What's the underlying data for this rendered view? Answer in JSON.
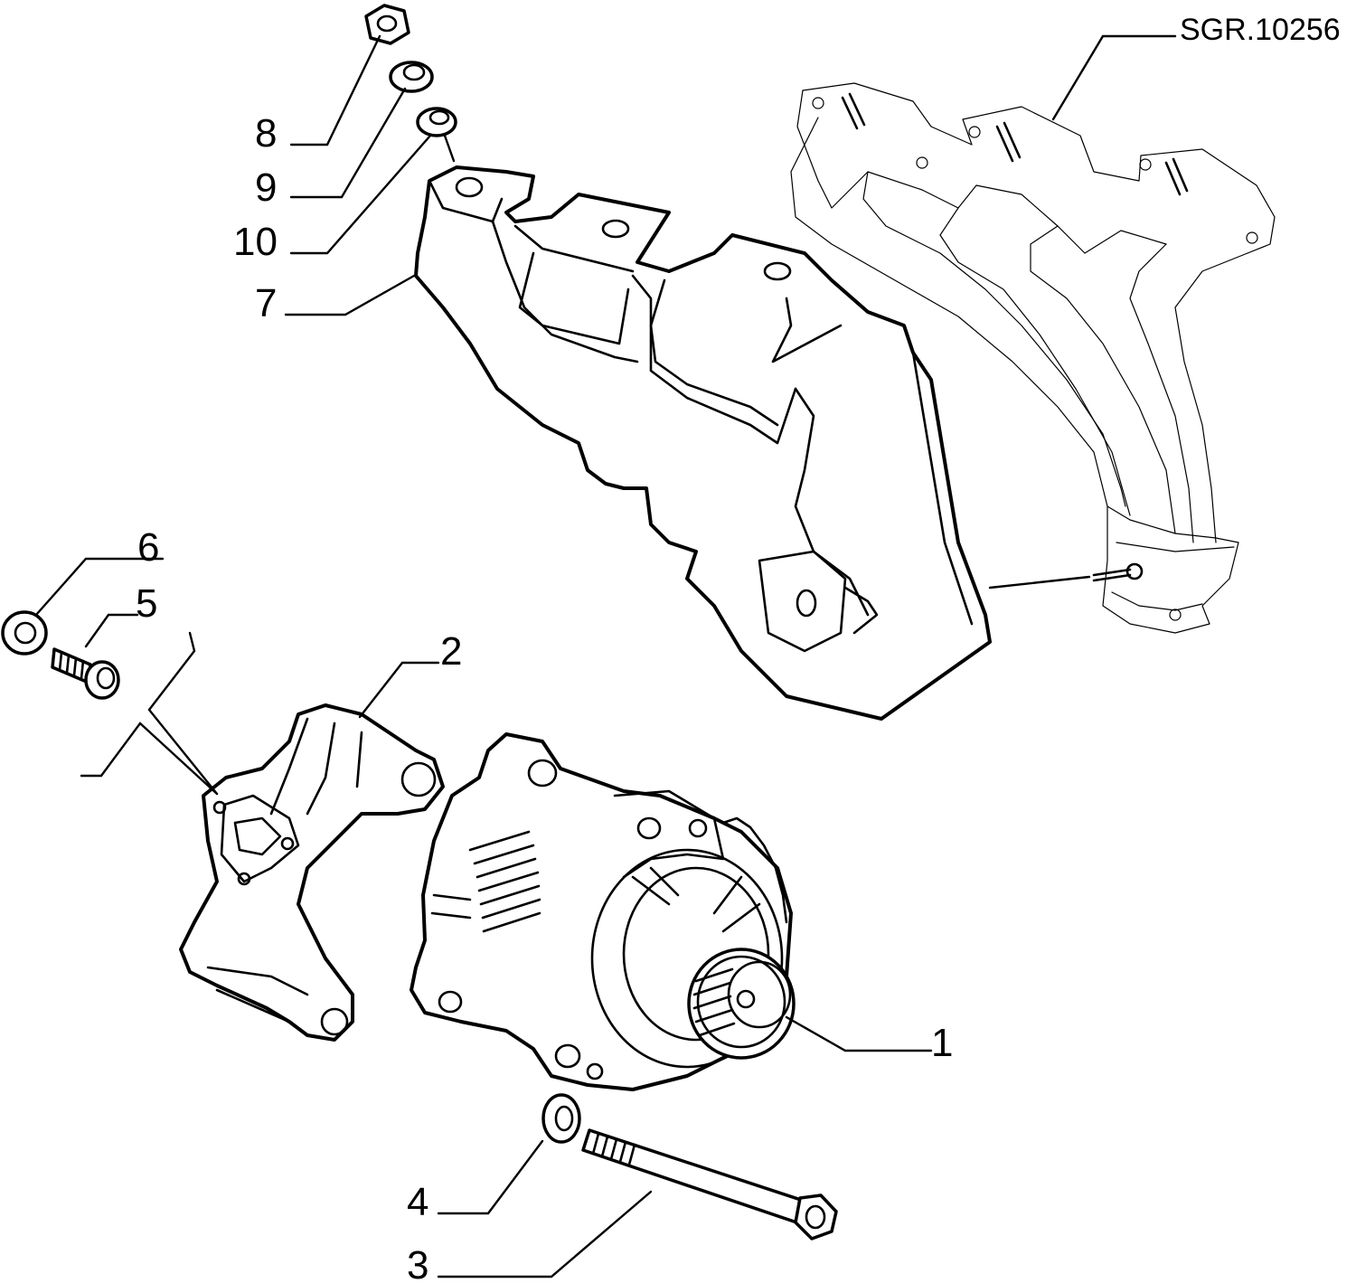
{
  "drawing_ref": "SGR.10256",
  "callouts": [
    {
      "id": "1",
      "text": "1",
      "part": "alternator"
    },
    {
      "id": "2",
      "text": "2",
      "part": "bracket"
    },
    {
      "id": "3",
      "text": "3",
      "part": "long-bolt"
    },
    {
      "id": "4",
      "text": "4",
      "part": "washer"
    },
    {
      "id": "5",
      "text": "5",
      "part": "screw"
    },
    {
      "id": "6",
      "text": "6",
      "part": "washer"
    },
    {
      "id": "7",
      "text": "7",
      "part": "heat-shield"
    },
    {
      "id": "8",
      "text": "8",
      "part": "nut"
    },
    {
      "id": "9",
      "text": "9",
      "part": "washer"
    },
    {
      "id": "10",
      "text": "10",
      "part": "washer"
    }
  ]
}
